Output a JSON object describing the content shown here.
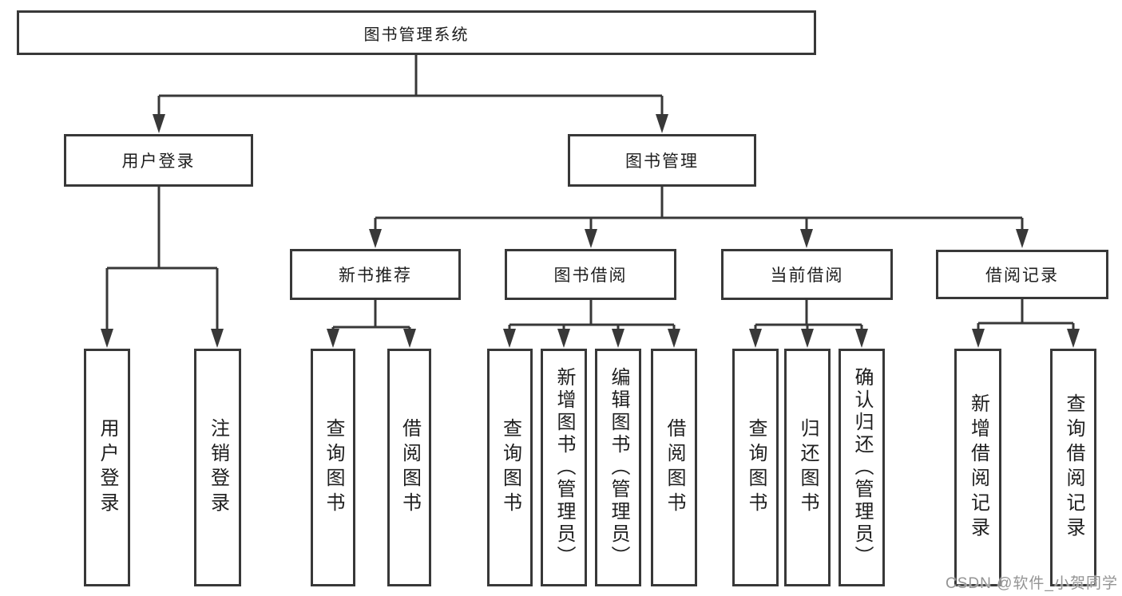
{
  "diagram": {
    "root": {
      "label": "图书管理系统"
    },
    "level2": [
      {
        "id": "user-login",
        "label": "用户登录"
      },
      {
        "id": "book-management",
        "label": "图书管理"
      }
    ],
    "level3": [
      {
        "id": "new-book-recommend",
        "label": "新书推荐",
        "parent": "图书管理"
      },
      {
        "id": "book-borrowing",
        "label": "图书借阅",
        "parent": "图书管理"
      },
      {
        "id": "current-borrowing",
        "label": "当前借阅",
        "parent": "图书管理"
      },
      {
        "id": "borrowing-records",
        "label": "借阅记录",
        "parent": "图书管理"
      }
    ],
    "leaves": [
      {
        "label": "用户登录",
        "parent": "用户登录"
      },
      {
        "label": "注销登录",
        "parent": "用户登录"
      },
      {
        "label": "查询图书",
        "parent": "新书推荐"
      },
      {
        "label": "借阅图书",
        "parent": "新书推荐"
      },
      {
        "label": "查询图书",
        "parent": "图书借阅"
      },
      {
        "label": "新增图书（管理员）",
        "parent": "图书借阅"
      },
      {
        "label": "编辑图书（管理员）",
        "parent": "图书借阅"
      },
      {
        "label": "借阅图书",
        "parent": "图书借阅"
      },
      {
        "label": "查询图书",
        "parent": "当前借阅"
      },
      {
        "label": "归还图书",
        "parent": "当前借阅"
      },
      {
        "label": "确认归还（管理员）",
        "parent": "当前借阅"
      },
      {
        "label": "新增借阅记录",
        "parent": "借阅记录"
      },
      {
        "label": "查询借阅记录",
        "parent": "借阅记录"
      }
    ],
    "watermark": "CSDN @软件_小贺同学",
    "colors": {
      "line": "#383838",
      "text": "#1e1e1e",
      "background": "#ffffff",
      "watermark": "#949494"
    }
  }
}
